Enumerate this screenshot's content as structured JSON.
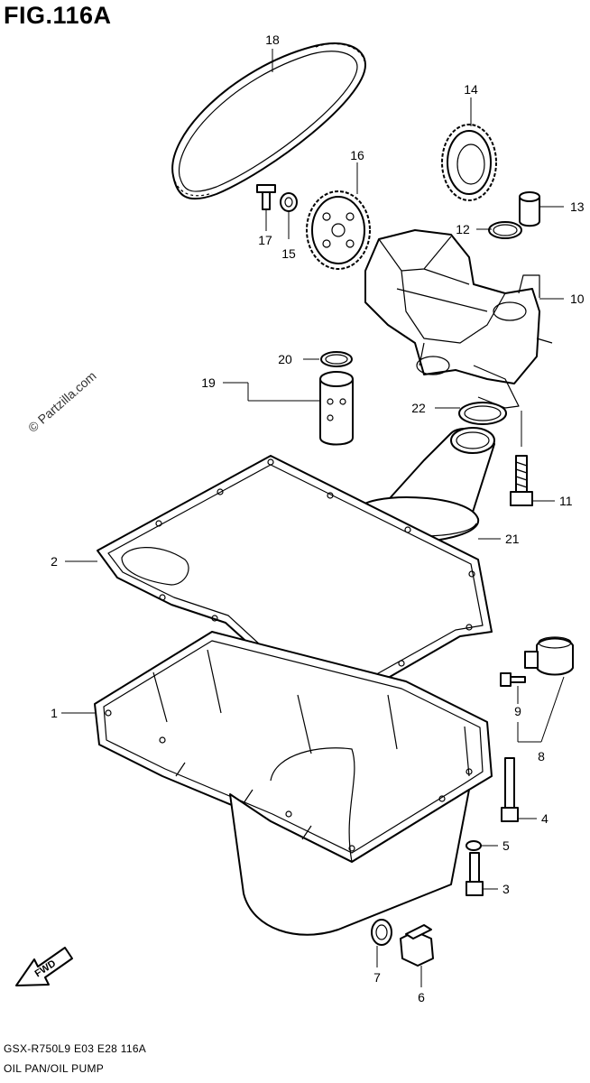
{
  "figure": {
    "title": "FIG.116A",
    "model_code": "GSX-R750L9  E03  E28  116A",
    "description": "OIL PAN/OIL PUMP",
    "watermark": "© Partzilla.com",
    "fwd_label": "FWD"
  },
  "callouts": [
    {
      "id": "18",
      "label": "18"
    },
    {
      "id": "14",
      "label": "14"
    },
    {
      "id": "16",
      "label": "16"
    },
    {
      "id": "13",
      "label": "13"
    },
    {
      "id": "12",
      "label": "12"
    },
    {
      "id": "17",
      "label": "17"
    },
    {
      "id": "15",
      "label": "15"
    },
    {
      "id": "10",
      "label": "10"
    },
    {
      "id": "20",
      "label": "20"
    },
    {
      "id": "19",
      "label": "19"
    },
    {
      "id": "22",
      "label": "22"
    },
    {
      "id": "11",
      "label": "11"
    },
    {
      "id": "21",
      "label": "21"
    },
    {
      "id": "2",
      "label": "2"
    },
    {
      "id": "9",
      "label": "9"
    },
    {
      "id": "8",
      "label": "8"
    },
    {
      "id": "1",
      "label": "1"
    },
    {
      "id": "4",
      "label": "4"
    },
    {
      "id": "5",
      "label": "5"
    },
    {
      "id": "3",
      "label": "3"
    },
    {
      "id": "7",
      "label": "7"
    },
    {
      "id": "6",
      "label": "6"
    }
  ]
}
